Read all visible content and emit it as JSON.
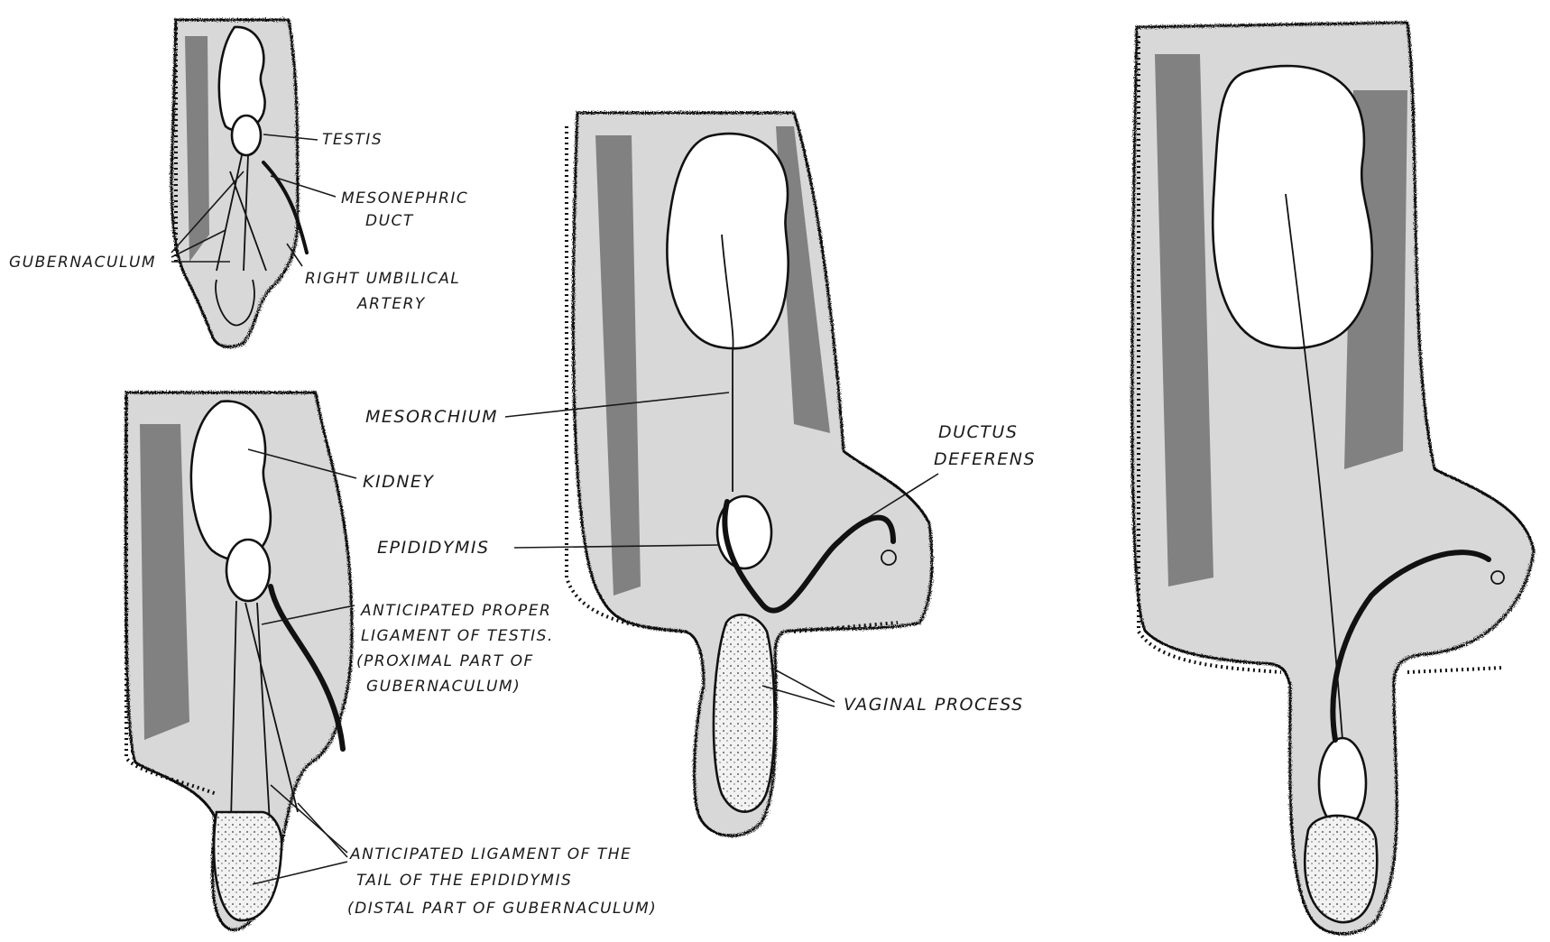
{
  "labels": {
    "testis": "TESTIS",
    "mesonephric_duct_1": "MESONEPHRIC",
    "mesonephric_duct_2": "DUCT",
    "gubernaculum": "GUBERNACULUM",
    "right_umbilical_artery_1": "RIGHT UMBILICAL",
    "right_umbilical_artery_2": "ARTERY",
    "mesorchium": "MESORCHIUM",
    "kidney": "KIDNEY",
    "epididymis": "EPIDIDYMIS",
    "ductus_deferens_1": "DUCTUS",
    "ductus_deferens_2": "DEFERENS",
    "proper_ligament_1": "ANTICIPATED PROPER",
    "proper_ligament_2": "LIGAMENT OF TESTIS.",
    "proper_ligament_3": "(PROXIMAL PART OF",
    "proper_ligament_4": "GUBERNACULUM)",
    "vaginal_process": "VAGINAL PROCESS",
    "tail_ligament_1": "ANTICIPATED LIGAMENT OF THE",
    "tail_ligament_2": "TAIL OF THE EPIDIDYMIS",
    "tail_ligament_3": "(DISTAL PART OF GUBERNACULUM)"
  },
  "colors": {
    "ink": "#1a1a1a",
    "tissue": "#d8d8d8",
    "background": "#ffffff"
  }
}
